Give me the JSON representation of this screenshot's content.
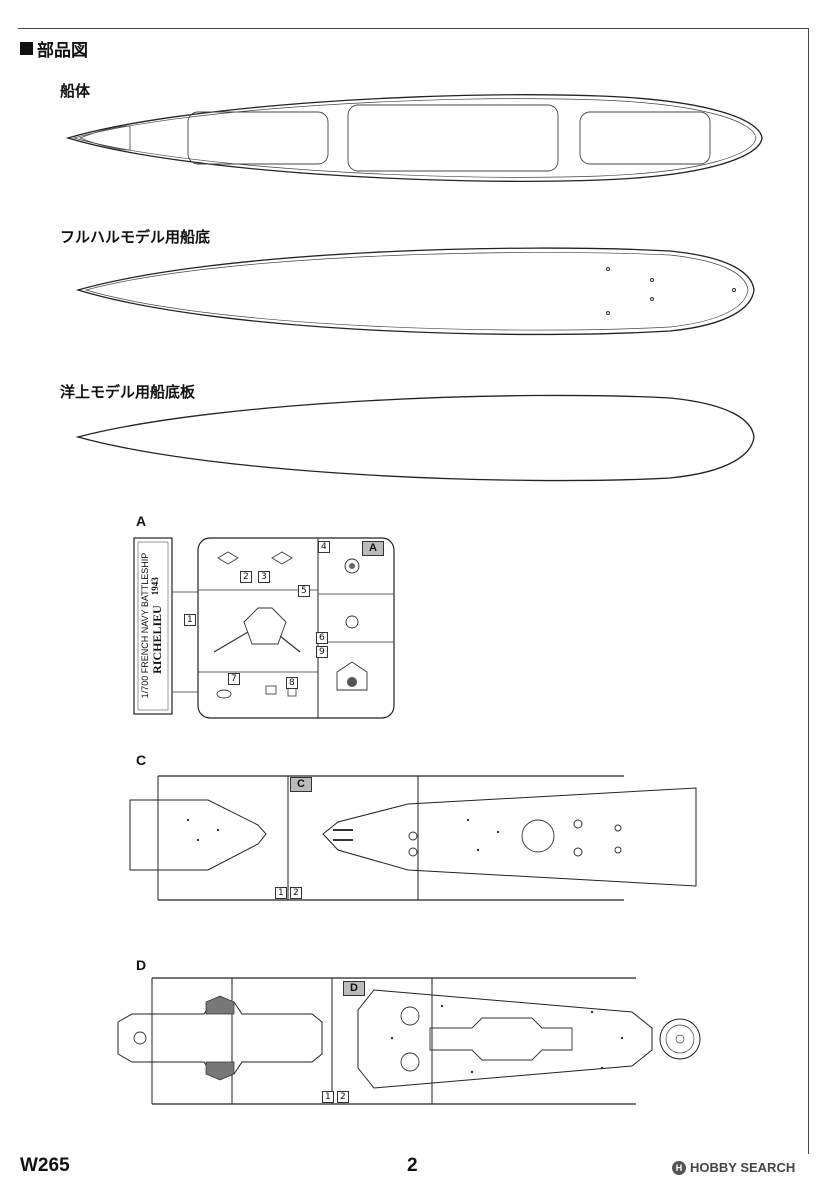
{
  "section": {
    "title": "部品図"
  },
  "hull_parts": [
    {
      "label": "船体"
    },
    {
      "label": "フルハルモデル用船底"
    },
    {
      "label": "洋上モデル用船底板"
    }
  ],
  "sprue_a": {
    "label": "A",
    "tag": "A",
    "title_box": {
      "line1": "1/700 FRENCH NAVY BATTLESHIP",
      "line2": "RICHELIEU",
      "line3": "1943"
    },
    "part_numbers": [
      "1",
      "2",
      "3",
      "4",
      "5",
      "6",
      "7",
      "8",
      "9"
    ]
  },
  "sprue_c": {
    "label": "C",
    "tag": "C",
    "part_numbers": [
      "1",
      "2"
    ]
  },
  "sprue_d": {
    "label": "D",
    "tag": "D",
    "part_numbers": [
      "1",
      "2"
    ]
  },
  "footer": {
    "code": "W265",
    "page": "2",
    "watermark": "HOBBY SEARCH",
    "watermark_logo": "H"
  }
}
